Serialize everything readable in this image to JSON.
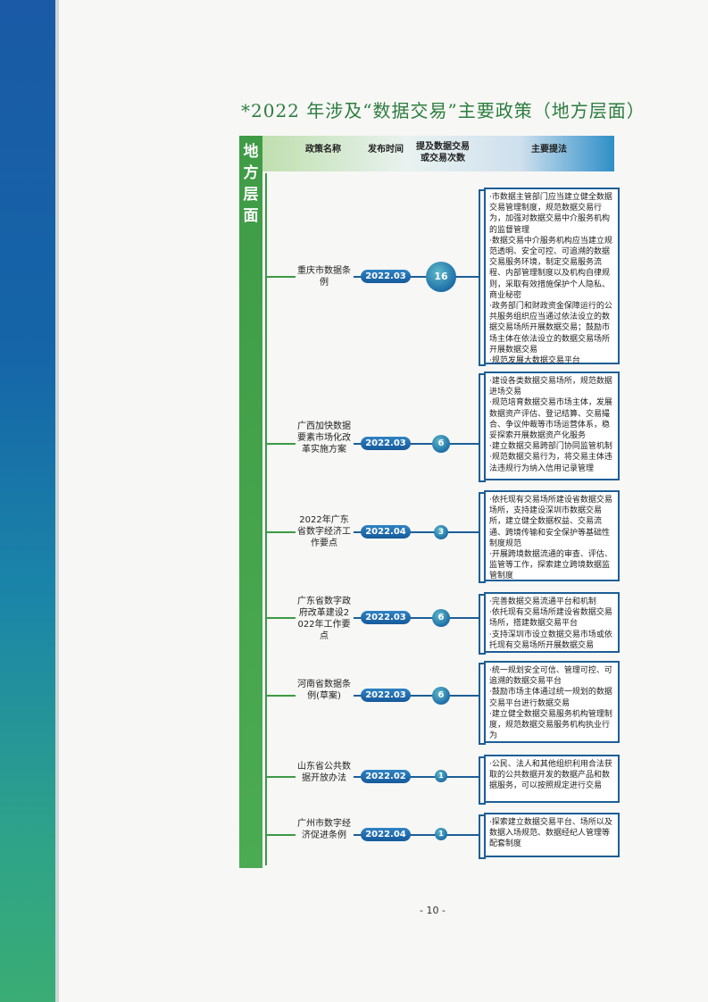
{
  "title": "*2022 年涉及“数据交易”主要政策（地方层面）",
  "side_label": [
    "地",
    "方",
    "层",
    "面"
  ],
  "columns": {
    "name": "政策名称",
    "date": "发布时间",
    "count": [
      "提及数据交易",
      "或交易次数"
    ],
    "points": "主要提法"
  },
  "rows": [
    {
      "name": "重庆市数据条例",
      "date": "2022.03",
      "count": "16",
      "points": [
        "·市数据主管部门应当建立健全数据交易管理制度，规范数据交易行为，加强对数据交易中介服务机构的监督管理",
        "·数据交易中介服务机构应当建立规范透明、安全可控、可追溯的数据交易服务环境，制定交易服务流程、内部管理制度以及机构自律规则，采取有效措施保护个人隐私、商业秘密",
        "·政务部门和财政资金保障运行的公共服务组织应当通过依法设立的数据交易场所开展数据交易；鼓励市场主体在依法设立的数据交易场所开展数据交易",
        "·规范发展大数据交易平台"
      ]
    },
    {
      "name": "广西加快数据要素市场化改革实施方案",
      "date": "2022.03",
      "count": "6",
      "points": [
        "·建设各类数据交易场所，规范数据进场交易",
        "·规范培育数据交易市场主体，发展数据资产评估、登记结算、交易撮合、争议仲裁等市场运营体系，稳妥探索开展数据资产化服务",
        "·建立数据交易跨部门协同监管机制",
        "·规范数据交易行为，将交易主体违法违规行为纳入信用记录管理"
      ]
    },
    {
      "name": "2022年广东省数字经济工作要点",
      "date": "2022.04",
      "count": "3",
      "points": [
        "·依托现有交易场所建设省数据交易场所，支持建设深圳市数据交易所，建立健全数据权益、交易流通、跨境传输和安全保护等基础性制度规范",
        "·开展跨境数据流通的审查、评估、监管等工作，探索建立跨境数据监管制度"
      ]
    },
    {
      "name": "广东省数字政府改革建设2022年工作要点",
      "date": "2022.03",
      "count": "6",
      "points": [
        "·完善数据交易流通平台和机制",
        "·依托现有交易场所建设省数据交易场所，搭建数据交易平台",
        "·支持深圳市设立数据交易市场或依托现有交易场所开展数据交易"
      ]
    },
    {
      "name": "河南省数据条例(草案)",
      "date": "2022.03",
      "count": "6",
      "points": [
        "·统一规划安全可信、管理可控、可追溯的数据交易平台",
        "·鼓励市场主体通过统一规划的数据交易平台进行数据交易",
        "·建立健全数据交易服务机构管理制度，规范数据交易服务机构执业行为"
      ]
    },
    {
      "name": "山东省公共数据开放办法",
      "date": "2022.02",
      "count": "1",
      "points": [
        "·公民、法人和其他组织利用合法获取的公共数据开发的数据产品和数据服务，可以按照规定进行交易"
      ]
    },
    {
      "name": "广州市数字经济促进条例",
      "date": "2022.04",
      "count": "1",
      "points": [
        "·探索建立数据交易平台、场所以及数据入场规范、数据经纪人管理等配套制度"
      ]
    }
  ],
  "page_number": "- 10 -"
}
